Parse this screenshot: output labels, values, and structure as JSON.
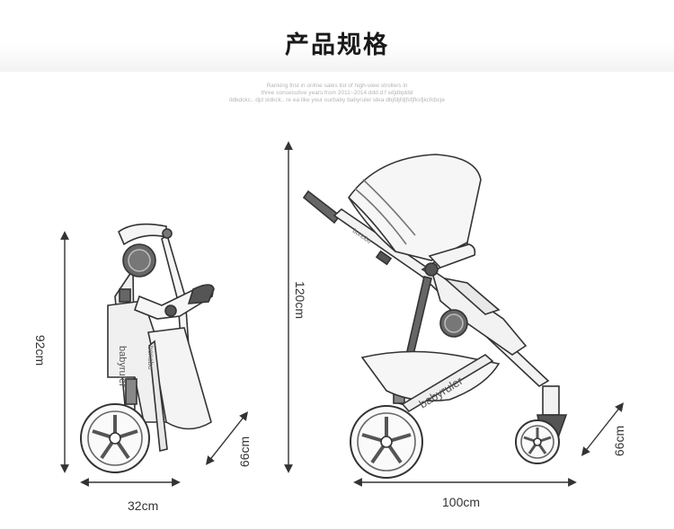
{
  "header": {
    "title": "产品规格",
    "subtitle_lines": [
      "Ranking first in online sales list of high-view strollers in",
      "three consecutive years from 2011~2014 ddd d f xdjdbjddd",
      "ddkdckc.. djd sldkck.. re ea like your ourbaby babyruler idea dbjfdjfdjfsfjfksfjkcfcbcje"
    ]
  },
  "folded_stroller": {
    "height_label": "92cm",
    "width_label": "32cm",
    "depth_label": "66cm",
    "brand_text": "babyruler",
    "seat_text": "bonobo"
  },
  "open_stroller": {
    "height_label": "120cm",
    "length_label": "100cm",
    "depth_label": "66cm",
    "brand_text": "babyruler",
    "handle_text": "bonobo"
  },
  "colors": {
    "line": "#333333",
    "fill": "#f4f4f4",
    "dark": "#555555"
  }
}
